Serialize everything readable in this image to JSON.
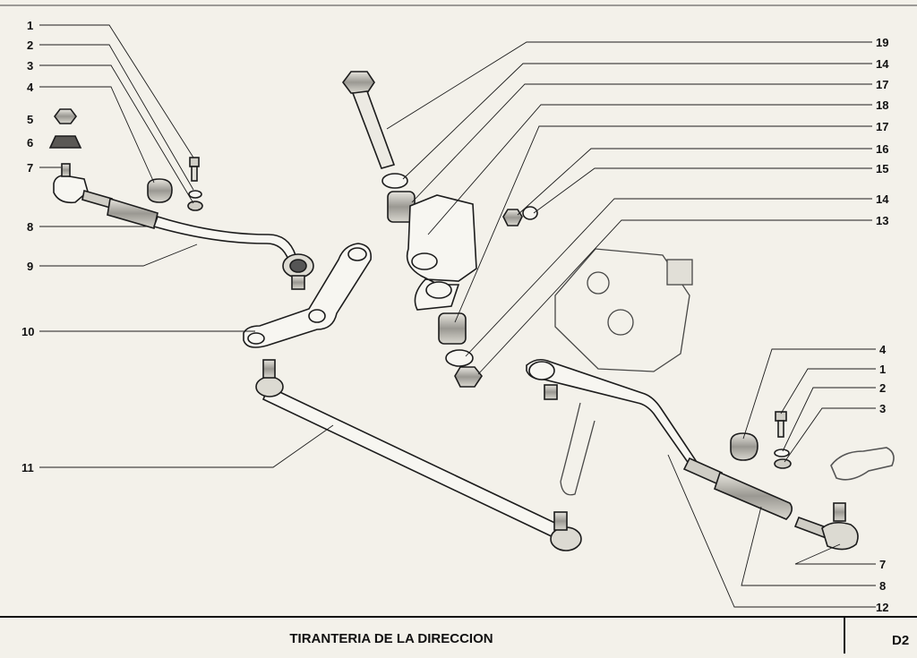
{
  "title": "TIRANTERIA DE LA DIRECCION",
  "page_code": "D2",
  "callouts_left": [
    "1",
    "2",
    "3",
    "4",
    "5",
    "6",
    "7",
    "8",
    "9",
    "10",
    "11"
  ],
  "callouts_right_top": [
    "19",
    "14",
    "17",
    "18",
    "17",
    "16",
    "15",
    "14",
    "13"
  ],
  "callouts_right_bottom": [
    "4",
    "1",
    "2",
    "3",
    "7",
    "8",
    "12"
  ],
  "colors": {
    "paper": "#f3f1ea",
    "ink": "#1c1c1c",
    "metal_dark": "#555555"
  }
}
